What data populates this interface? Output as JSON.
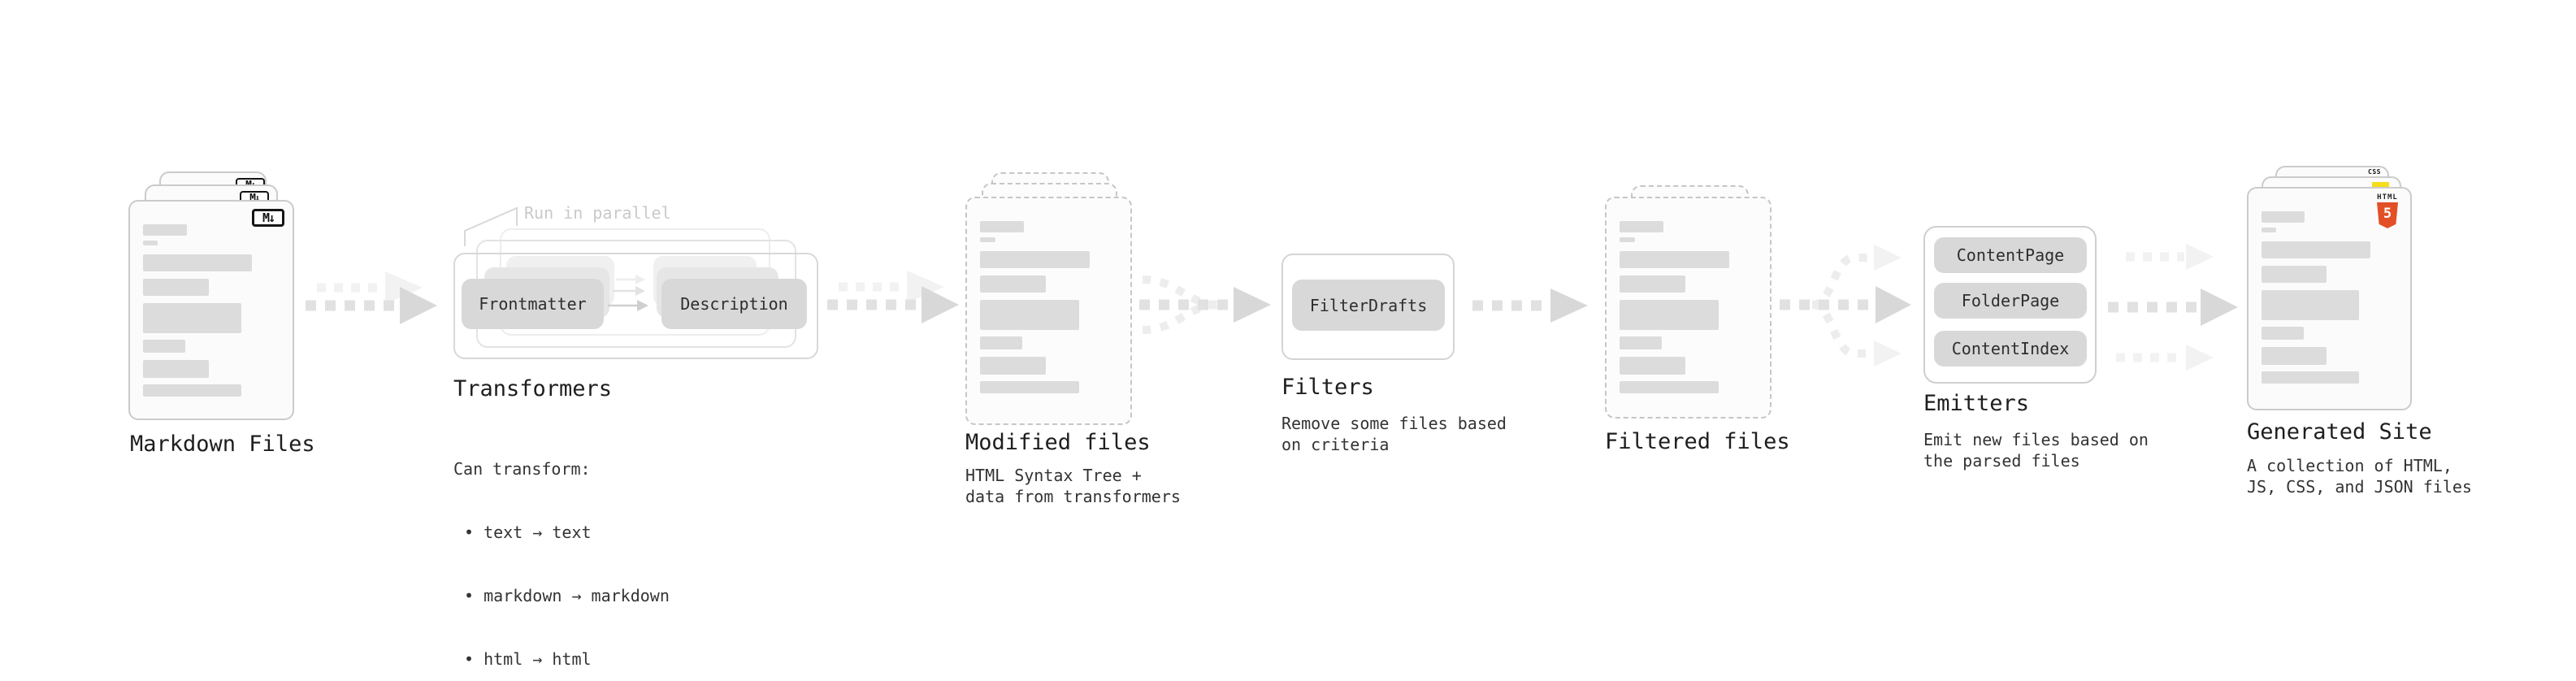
{
  "colors": {
    "html5_orange": "#E34F26",
    "js_yellow": "#F5DE19",
    "css_blue": "#2965F1",
    "pill_bg": "#D8D8D8",
    "arrow_gray": "#E1E1E1",
    "note_gray": "#C9C9C9"
  },
  "stages": {
    "markdown": {
      "title": "Markdown Files",
      "badge": "M↓"
    },
    "transformers": {
      "title": "Transformers",
      "note": "Run in parallel",
      "pill_left": "Frontmatter",
      "pill_right": "Description",
      "desc_heading": "Can transform:",
      "bullets": [
        "• text → text",
        "• markdown → markdown",
        "• html → html"
      ]
    },
    "modified": {
      "title": "Modified files",
      "desc": "HTML Syntax Tree +\ndata from transformers"
    },
    "filters": {
      "title": "Filters",
      "pill": "FilterDrafts",
      "desc": "Remove some files based\non criteria"
    },
    "filtered": {
      "title": "Filtered files"
    },
    "emitters": {
      "title": "Emitters",
      "pills": [
        "ContentPage",
        "FolderPage",
        "ContentIndex"
      ],
      "desc": "Emit new files based on\nthe parsed files"
    },
    "generated": {
      "title": "Generated Site",
      "desc": "A collection of HTML,\nJS, CSS, and JSON files",
      "html_badge": {
        "word": "HTML",
        "number": "5"
      },
      "css_badge": "CSS"
    }
  }
}
